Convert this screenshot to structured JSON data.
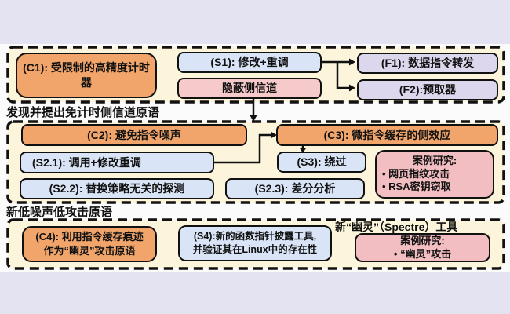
{
  "figure": {
    "section_timing": {
      "c1": "(C1): 受限制的高精度计时器",
      "s1": "(S1): 修改+重调",
      "covert_channel": "隐蔽侧信道",
      "f1": "(F1): 数据指令转发",
      "f2": "(F2):预取器"
    },
    "label_timer_free": "发现并提出免计时侧信道原语",
    "section_timer_free": {
      "c2": "(C2): 避免指令噪声",
      "s2_1": "(S2.1): 调用+修改重调",
      "s2_2": "(S2.2): 替换策略无关的探测",
      "c3": "(C3): 微指令缓存的侧效应",
      "s3": "(S3): 绕过",
      "s2_3": "(S2.3): 差分分析",
      "case_study": {
        "title": "案例研究:",
        "bullet1": "• 网页指纹攻击",
        "bullet2": "• RSA密钥窃取"
      }
    },
    "label_low_noise": "新低噪声低攻击原语",
    "section_spectre": {
      "c4_line1": "(C4): 利用指令缓存痕迹",
      "c4_line2": "作为“幽灵”攻击原语",
      "s4_line1": "(S4):新的函数指针披露工具,",
      "s4_line2": "并验证其在Linux中的存在性",
      "label_spectre_tool": "新“幽灵”（Spectre）工具",
      "case_study": {
        "title": "案例研究:",
        "bullet1": "•  “幽灵”攻击"
      }
    },
    "colors": {
      "background": "#e3e3f1",
      "figure_band": "#fbfbfb",
      "panel_fill": "#fcf5db",
      "node_orange": "#f1a56b",
      "node_blue": "#d9e5f6",
      "node_pink": "#f6caca",
      "node_purple": "#ddd7ed",
      "case_pink": "#f3bec1",
      "ink": "#111111"
    }
  }
}
